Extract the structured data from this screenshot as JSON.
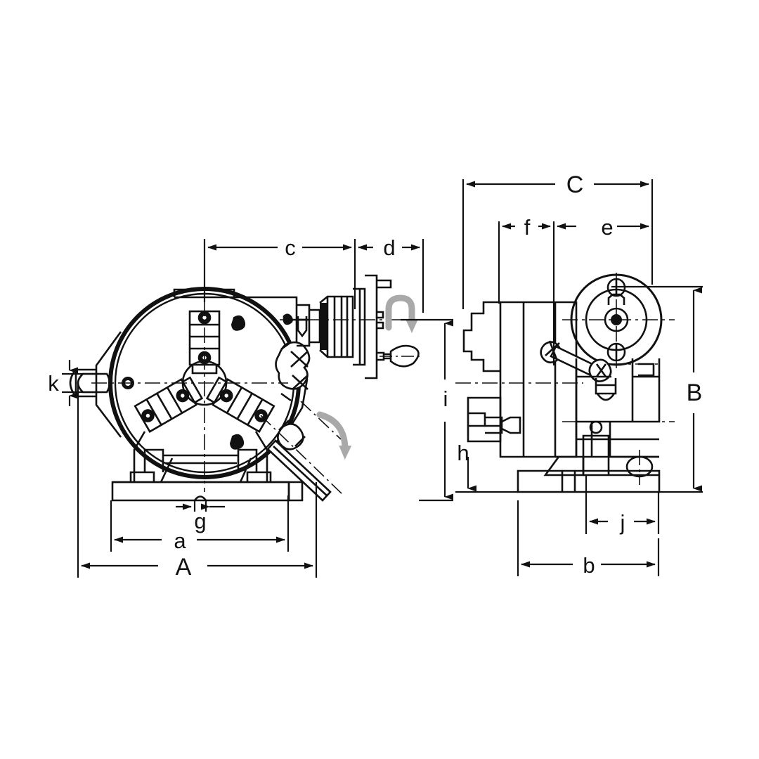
{
  "drawing": {
    "type": "engineering-dimension-drawing",
    "subject": "three-jaw chuck dividing head / indexing fixture",
    "views": [
      {
        "name": "front-view",
        "position": "left"
      },
      {
        "name": "side-view",
        "position": "right"
      }
    ],
    "background_color": "#ffffff",
    "line_color": "#111111",
    "rotation_arrow_color": "#a9a9a9"
  },
  "dimensions": {
    "overall": [
      {
        "key": "A",
        "label": "A",
        "view": "front-view",
        "orientation": "horizontal",
        "placement": "bottom"
      },
      {
        "key": "B",
        "label": "B",
        "view": "side-view",
        "orientation": "vertical",
        "placement": "right"
      },
      {
        "key": "C",
        "label": "C",
        "view": "side-view",
        "orientation": "horizontal",
        "placement": "top"
      }
    ],
    "detail": [
      {
        "key": "a",
        "label": "a",
        "view": "front-view",
        "orientation": "horizontal",
        "placement": "bottom"
      },
      {
        "key": "b",
        "label": "b",
        "view": "side-view",
        "orientation": "horizontal",
        "placement": "bottom"
      },
      {
        "key": "c",
        "label": "c",
        "view": "front-view",
        "orientation": "horizontal",
        "placement": "top"
      },
      {
        "key": "d",
        "label": "d",
        "view": "front-view",
        "orientation": "horizontal",
        "placement": "top"
      },
      {
        "key": "e",
        "label": "e",
        "view": "side-view",
        "orientation": "horizontal",
        "placement": "top"
      },
      {
        "key": "f",
        "label": "f",
        "view": "side-view",
        "orientation": "horizontal",
        "placement": "top"
      },
      {
        "key": "g",
        "label": "g",
        "view": "front-view",
        "orientation": "horizontal",
        "placement": "bottom"
      },
      {
        "key": "h",
        "label": "h",
        "view": "side-view",
        "orientation": "vertical",
        "placement": "left"
      },
      {
        "key": "i",
        "label": "i",
        "view": "front-view",
        "orientation": "vertical",
        "placement": "right"
      },
      {
        "key": "j",
        "label": "j",
        "view": "side-view",
        "orientation": "horizontal",
        "placement": "bottom"
      },
      {
        "key": "k",
        "label": "k",
        "view": "front-view",
        "orientation": "vertical",
        "placement": "left"
      }
    ]
  },
  "annotations": {
    "rotation_arrows": [
      {
        "name": "spindle-rotation-arrow",
        "view": "front-view",
        "location": "upper-right"
      },
      {
        "name": "crank-rotation-arrow",
        "view": "front-view",
        "location": "lower-right"
      }
    ]
  }
}
